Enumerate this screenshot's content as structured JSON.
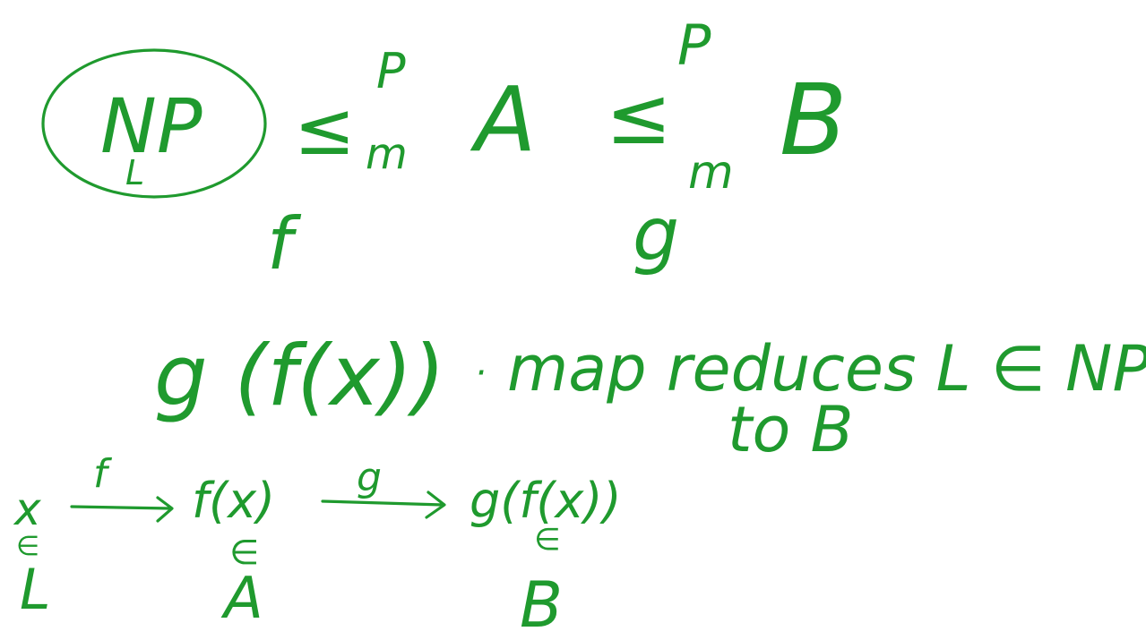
{
  "ink_color": "#1f9a2e",
  "background_color": "#ffffff",
  "notes": {
    "line1": {
      "np": "NP",
      "np_subscript": "L",
      "le1": "≤",
      "p1": "P",
      "m1": "m",
      "a": "A",
      "le2": "≤",
      "p2": "P",
      "m2": "m",
      "b": "B"
    },
    "line2": {
      "f": "f",
      "g": "g"
    },
    "line3": {
      "composition": "g (f(x))",
      "dot": "·",
      "text": "map reduces L ∈ NP",
      "to_b": "to B"
    },
    "line4": {
      "x": "x",
      "f_label": "f",
      "fx": "f(x)",
      "g_label": "g",
      "gfx": "g(f(x))"
    },
    "line5": {
      "in1": "∈",
      "L": "L",
      "in2": "∈",
      "A": "A",
      "in3": "∈",
      "B": "B"
    }
  }
}
